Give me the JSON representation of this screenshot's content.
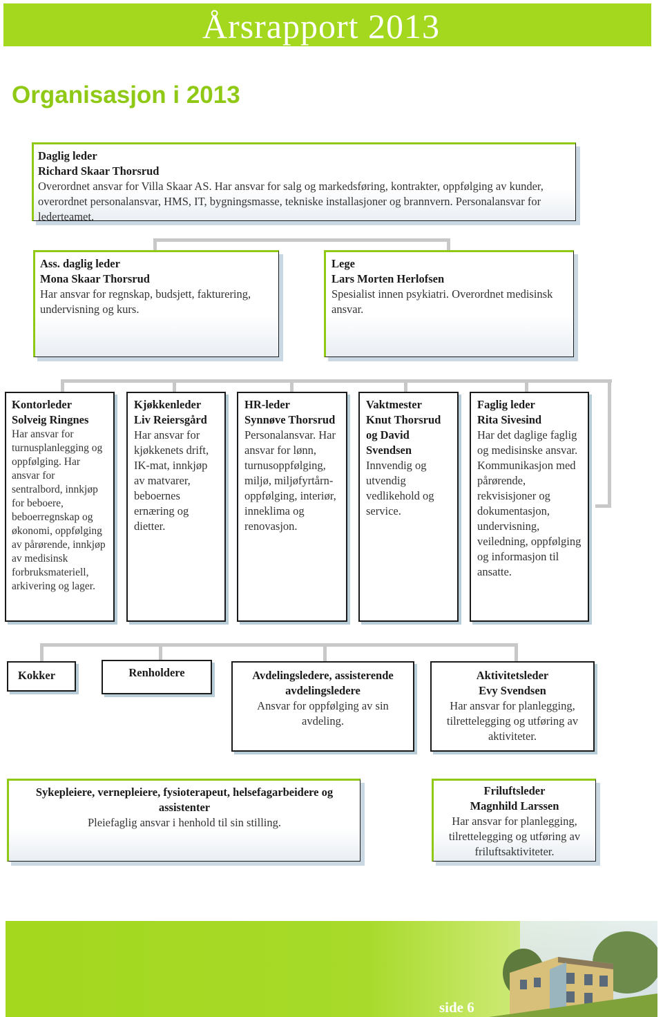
{
  "header": {
    "title": "Årsrapport 2013"
  },
  "page_title": "Organisasjon i 2013",
  "boxes": {
    "daglig_leder": {
      "role": "Daglig leder",
      "name": "Richard Skaar Thorsrud",
      "desc": "Overordnet ansvar for Villa Skaar AS. Har ansvar for salg og markedsføring, kontrakter, oppfølging av kunder, overordnet personalansvar, HMS, IT, bygningsmasse, tekniske installasjoner og brannvern. Personalansvar for lederteamet."
    },
    "ass_daglig_leder": {
      "role": "Ass. daglig leder",
      "name": "Mona Skaar Thorsrud",
      "desc": "Har ansvar for regnskap, budsjett, fakturering, undervisning og kurs."
    },
    "lege": {
      "role": "Lege",
      "name": "Lars Morten Herlofsen",
      "desc": "Spesialist innen psykiatri. Overordnet medisinsk ansvar."
    },
    "kontorleder": {
      "role": "Kontorleder",
      "name": "Solveig Ringnes",
      "desc": "Har ansvar for turnusplanlegging og oppfølging. Har ansvar for sentralbord, innkjøp for beboere, beboerregnskap og økonomi, oppfølging av pårørende, innkjøp av medisinsk forbruksmateriell, arkivering og lager."
    },
    "kjokkenleder": {
      "role": "Kjøkkenleder",
      "name": "Liv Reiersgård",
      "desc": "Har ansvar for kjøkkenets drift, IK-mat, innkjøp av matvarer, beboernes ernæring og dietter."
    },
    "hr_leder": {
      "role": "HR-leder",
      "name": "Synnøve Thorsrud",
      "desc": "Personalansvar. Har ansvar for lønn, turnusoppfølging, miljø, miljøfyrtårn-oppfølging, interiør, inneklima og renovasjon."
    },
    "vaktmester": {
      "role": "Vaktmester",
      "name": "Knut Thorsrud og David Svendsen",
      "desc": "Innvendig og utvendig vedlikehold og service."
    },
    "faglig_leder": {
      "role": "Faglig leder",
      "name": "Rita Sivesind",
      "desc": "Har det daglige faglig og medisinske ansvar. Kommunikasjon med pårørende, rekvisisjoner og dokumentasjon, undervisning, veiledning, oppfølging og informasjon til ansatte."
    },
    "kokker": {
      "role": "Kokker"
    },
    "renholdere": {
      "role": "Renholdere"
    },
    "avdelingsledere": {
      "role": "Avdelingsledere, assisterende avdelingsledere",
      "desc": "Ansvar for oppfølging av sin avdeling."
    },
    "aktivitetsleder": {
      "role": "Aktivitetsleder",
      "name": "Evy Svendsen",
      "desc": "Har ansvar for planlegging, tilrettelegging og utføring av aktiviteter."
    },
    "sykepleiere": {
      "role": "Sykepleiere, vernepleiere, fysioterapeut, helsefagarbeidere og assistenter",
      "desc": "Pleiefaglig ansvar i henhold til sin stilling."
    },
    "friluftsleder": {
      "role": "Friluftsleder",
      "name": "Magnhild Larssen",
      "desc": "Har ansvar for planlegging, tilrettelegging og utføring av friluftsaktiviteter."
    }
  },
  "footer": {
    "page": "side 6"
  },
  "colors": {
    "brand_green": "#a3d81e",
    "title_green": "#8fc915"
  }
}
